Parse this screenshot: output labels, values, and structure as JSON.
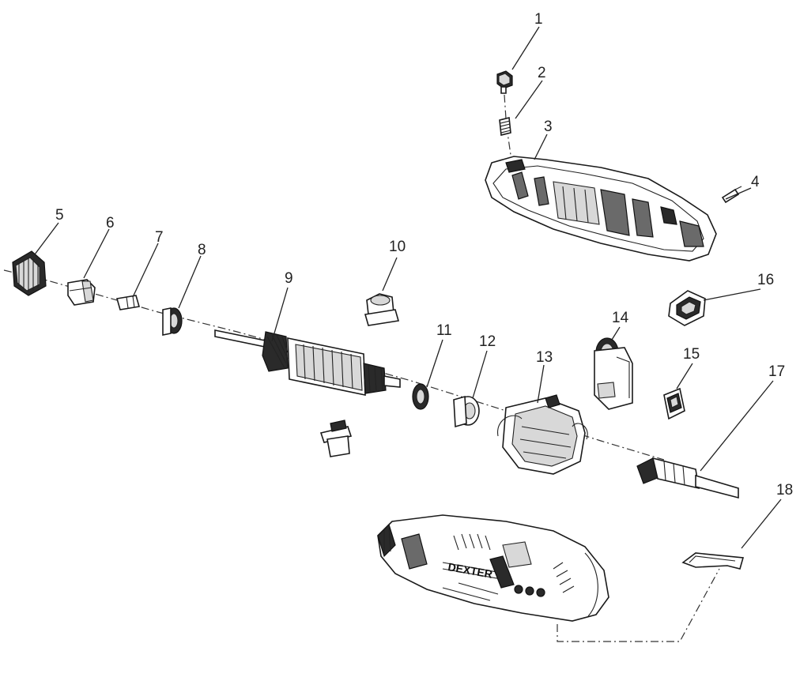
{
  "figure": {
    "callouts": [
      {
        "id": "1",
        "label": "1"
      },
      {
        "id": "2",
        "label": "2"
      },
      {
        "id": "3",
        "label": "3"
      },
      {
        "id": "4",
        "label": "4"
      },
      {
        "id": "5",
        "label": "5"
      },
      {
        "id": "6",
        "label": "6"
      },
      {
        "id": "7",
        "label": "7"
      },
      {
        "id": "8",
        "label": "8"
      },
      {
        "id": "9",
        "label": "9"
      },
      {
        "id": "10",
        "label": "10"
      },
      {
        "id": "11",
        "label": "11"
      },
      {
        "id": "12",
        "label": "12"
      },
      {
        "id": "13",
        "label": "13"
      },
      {
        "id": "14",
        "label": "14"
      },
      {
        "id": "15",
        "label": "15"
      },
      {
        "id": "16",
        "label": "16"
      },
      {
        "id": "17",
        "label": "17"
      },
      {
        "id": "18",
        "label": "18"
      }
    ],
    "brand_text": "DEXTER"
  }
}
